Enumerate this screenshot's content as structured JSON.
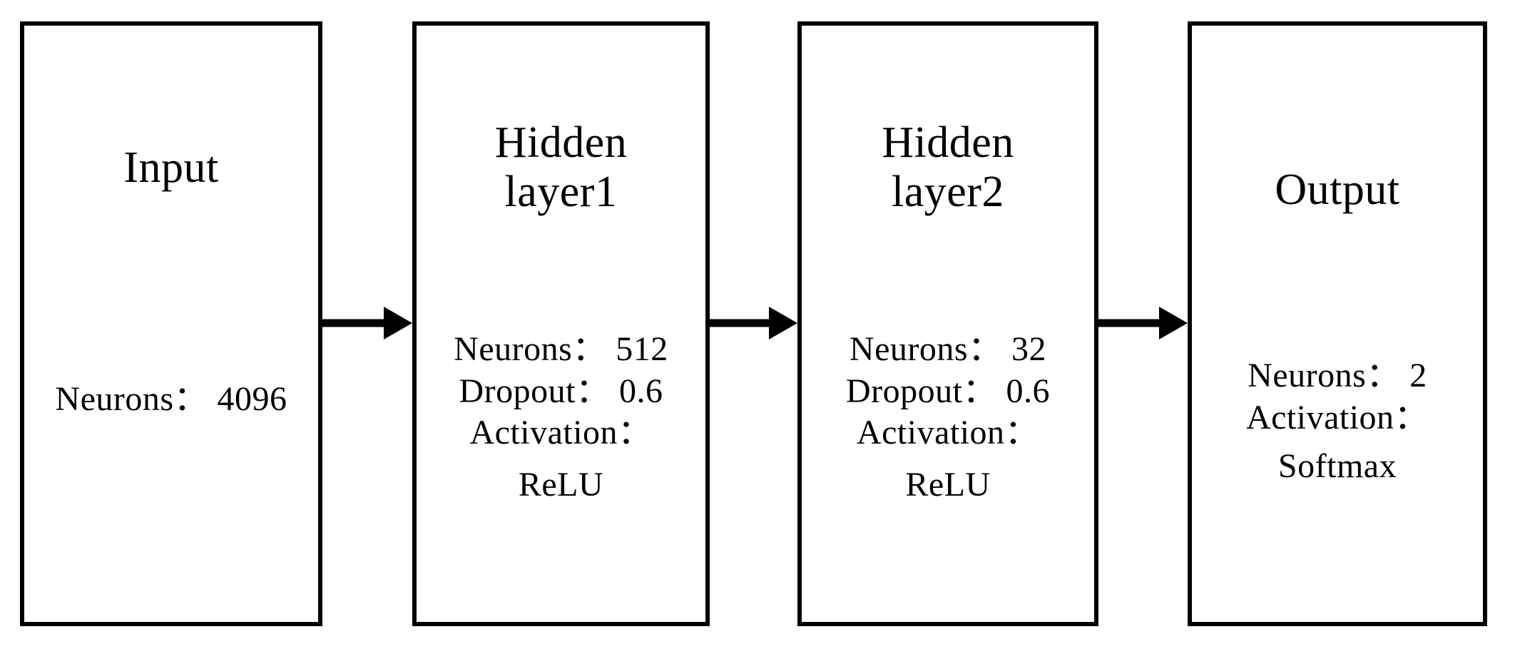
{
  "diagram": {
    "title": "Neural network architecture block diagram",
    "type": "flow",
    "background_color": "#ffffff",
    "stroke_color": "#000000",
    "layers": [
      {
        "id": "input",
        "title": "Input",
        "details": [
          "Neurons： 4096"
        ]
      },
      {
        "id": "hidden-layer-1",
        "title": "Hidden\nlayer1",
        "details": [
          "Neurons： 512",
          "Dropout： 0.6",
          "Activation：",
          "ReLU"
        ]
      },
      {
        "id": "hidden-layer-2",
        "title": "Hidden\nlayer2",
        "details": [
          "Neurons： 32",
          "Dropout： 0.6",
          "Activation：",
          "ReLU"
        ]
      },
      {
        "id": "output",
        "title": "Output",
        "details": [
          "Neurons： 2",
          "Activation：",
          "Softmax"
        ]
      }
    ],
    "connections": [
      {
        "id": "arrow-input-to-hidden1",
        "from": "input",
        "to": "hidden-layer-1"
      },
      {
        "id": "arrow-hidden1-to-hidden2",
        "from": "hidden-layer-1",
        "to": "hidden-layer-2"
      },
      {
        "id": "arrow-hidden2-to-output",
        "from": "hidden-layer-2",
        "to": "output"
      }
    ]
  }
}
